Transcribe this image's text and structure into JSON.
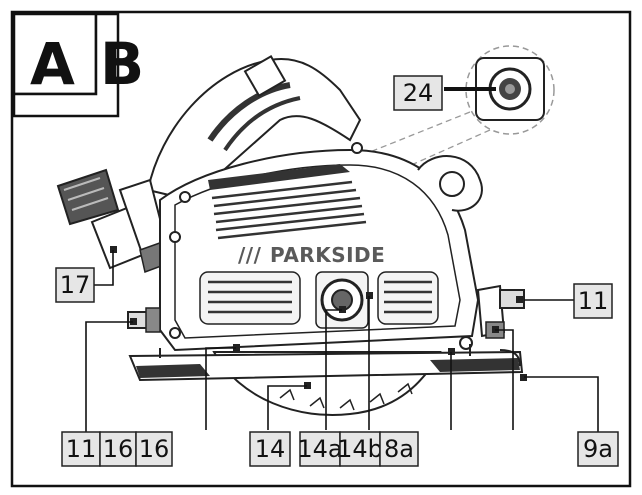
{
  "panel": {
    "letter_a": "A",
    "letter_b": "B"
  },
  "brand": {
    "name": "PARKSIDE",
    "slashes": "///"
  },
  "callouts": [
    {
      "id": "c24",
      "text": "24"
    },
    {
      "id": "c17",
      "text": "17"
    },
    {
      "id": "c11r",
      "text": "11"
    },
    {
      "id": "c11l",
      "text": "11"
    },
    {
      "id": "c16a",
      "text": "16"
    },
    {
      "id": "c16b",
      "text": "16"
    },
    {
      "id": "c14",
      "text": "14"
    },
    {
      "id": "c14a",
      "text": "14a"
    },
    {
      "id": "c14b",
      "text": "14b"
    },
    {
      "id": "c8a",
      "text": "8a"
    },
    {
      "id": "c9a",
      "text": "9a"
    }
  ]
}
